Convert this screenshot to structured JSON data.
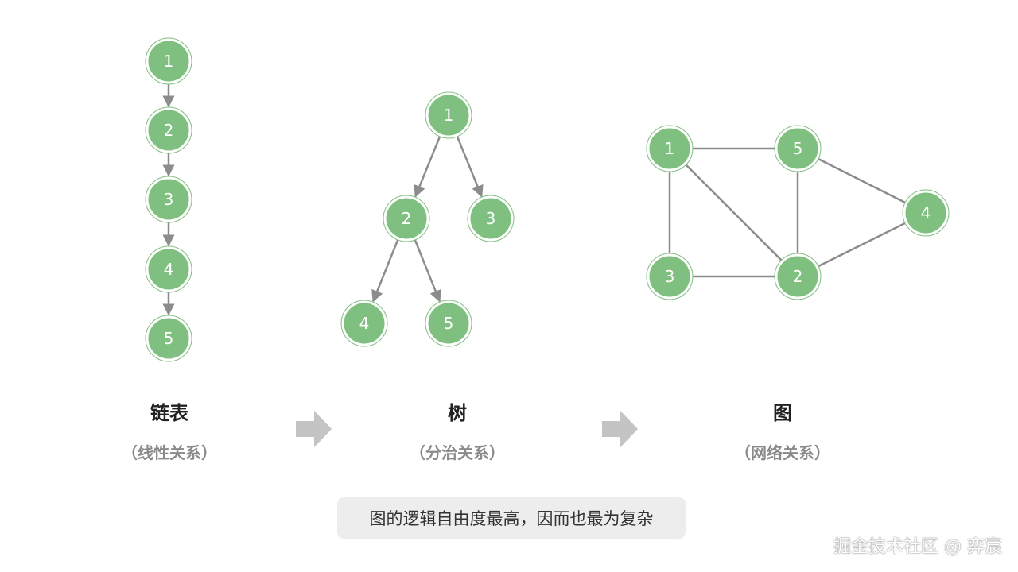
{
  "colors": {
    "node_fill": "#7fbf7f",
    "edge": "#8c8c8c",
    "arrow_block": "#c4c4c4",
    "caption_bg": "#ededed"
  },
  "linked_list": {
    "title": "链表",
    "subtitle": "（线性关系）",
    "nodes": [
      "1",
      "2",
      "3",
      "4",
      "5"
    ],
    "edges": [
      [
        "1",
        "2"
      ],
      [
        "2",
        "3"
      ],
      [
        "3",
        "4"
      ],
      [
        "4",
        "5"
      ]
    ]
  },
  "tree": {
    "title": "树",
    "subtitle": "（分治关系）",
    "nodes": [
      "1",
      "2",
      "3",
      "4",
      "5"
    ],
    "edges": [
      [
        "1",
        "2"
      ],
      [
        "1",
        "3"
      ],
      [
        "2",
        "4"
      ],
      [
        "2",
        "5"
      ]
    ]
  },
  "graph": {
    "title": "图",
    "subtitle": "（网络关系）",
    "nodes": [
      "1",
      "5",
      "4",
      "3",
      "2"
    ],
    "edges": [
      [
        "1",
        "5"
      ],
      [
        "1",
        "3"
      ],
      [
        "1",
        "2"
      ],
      [
        "5",
        "2"
      ],
      [
        "5",
        "4"
      ],
      [
        "3",
        "2"
      ],
      [
        "2",
        "4"
      ]
    ]
  },
  "caption": "图的逻辑自由度最高，因而也最为复杂",
  "watermark": "掘金技术社区 @ 弈宸"
}
